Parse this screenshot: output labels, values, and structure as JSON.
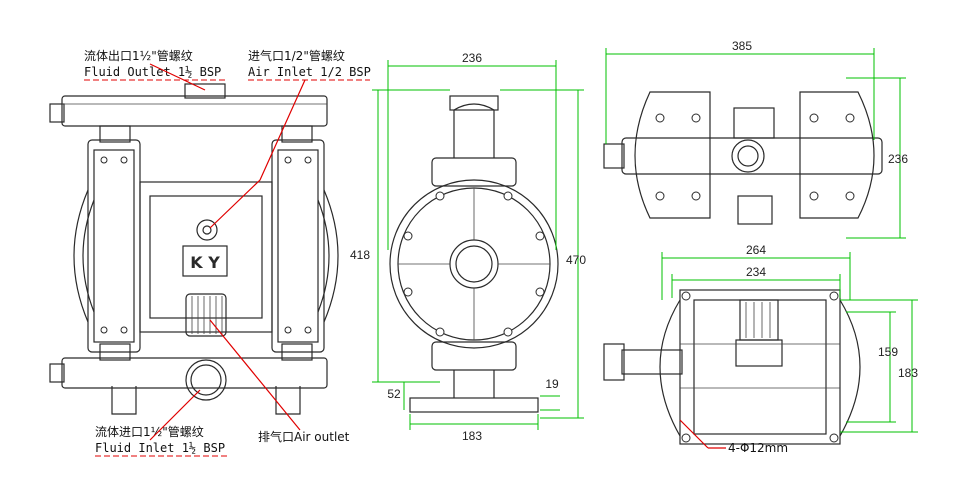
{
  "callouts": {
    "fluid_outlet_cn": "流体出口1½\"管螺纹",
    "fluid_outlet_en": "Fluid Outlet 1½ BSP",
    "air_inlet_cn": "进气口1/2\"管螺纹",
    "air_inlet_en": "Air Inlet 1/2 BSP",
    "fluid_inlet_cn": "流体进口1½\"管螺纹",
    "fluid_inlet_en": "Fluid Inlet 1½ BSP",
    "air_outlet": "排气口Air outlet",
    "holes": "4-Φ12mm"
  },
  "logo_text": "K Y",
  "dimensions": {
    "side_width": "236",
    "side_height": "418",
    "side_total_height": "470",
    "side_base_offset": "52",
    "side_base_thickness": "19",
    "side_base_width": "183",
    "top_length": "385",
    "top_width": "236",
    "base_length": "264",
    "base_hole_span": "234",
    "base_width": "183",
    "base_hole_width": "159"
  },
  "colors": {
    "dimension_line": "#00c000",
    "callout_line": "#e00000",
    "outline": "#2a2a2a"
  }
}
